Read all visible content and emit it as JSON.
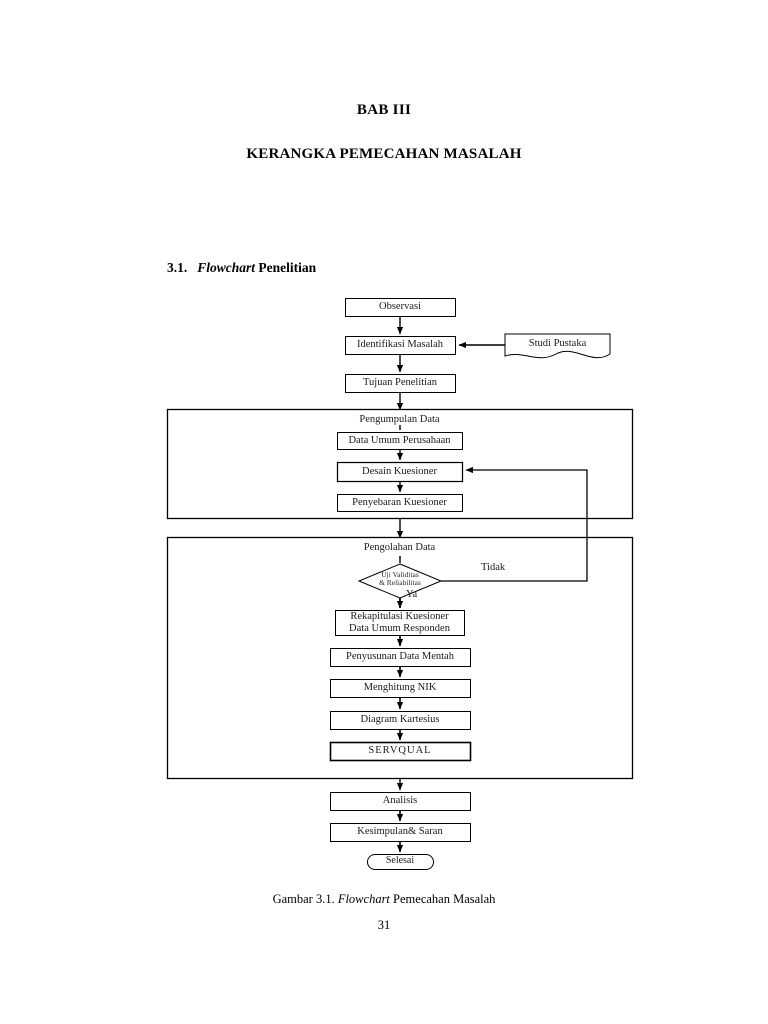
{
  "document": {
    "chapter_heading": "BAB III",
    "chapter_title": "KERANGKA PEMECAHAN MASALAH",
    "section": {
      "number": "3.1.",
      "title_italic": "Flowchart",
      "title_rest": " Penelitian"
    },
    "caption": {
      "prefix": "Gambar 3.1. ",
      "italic": "Flowchart",
      "suffix": " Pemecahan Masalah"
    },
    "page_number": "31"
  },
  "flowchart": {
    "nodes": {
      "observasi": "Observasi",
      "identifikasi_masalah": "Identifikasi Masalah",
      "studi_pustaka": "Studi Pustaka",
      "tujuan_penelitian": "Tujuan Penelitian",
      "data_umum_perusahaan": "Data Umum Perusahaan",
      "desain_kuesioner": "Desain Kuesioner",
      "penyebaran_kuesioner": "Penyebaran Kuesioner",
      "uji_validitas": "Uji Validitas\n& Reliabilitas",
      "rekapitulasi": "Rekapitulasi Kuesioner\nData Umum Responden",
      "penyusunan_data": "Penyusunan Data Mentah",
      "menghitung_nik": "Menghitung NIK",
      "diagram_kartesius": "Diagram Kartesius",
      "servqual": "SERVQUAL",
      "analisis": "Analisis",
      "kesimpulan": "Kesimpulan& Saran",
      "selesai": "Selesai"
    },
    "containers": {
      "pengumpulan_data": "Pengumpulan Data",
      "pengolahan_data": "Pengolahan Data"
    },
    "edge_labels": {
      "tidak": "Tidak",
      "ya": "Ya"
    },
    "colors": {
      "stroke": "#000000",
      "text": "#1a1a1a",
      "background": "#ffffff"
    }
  }
}
